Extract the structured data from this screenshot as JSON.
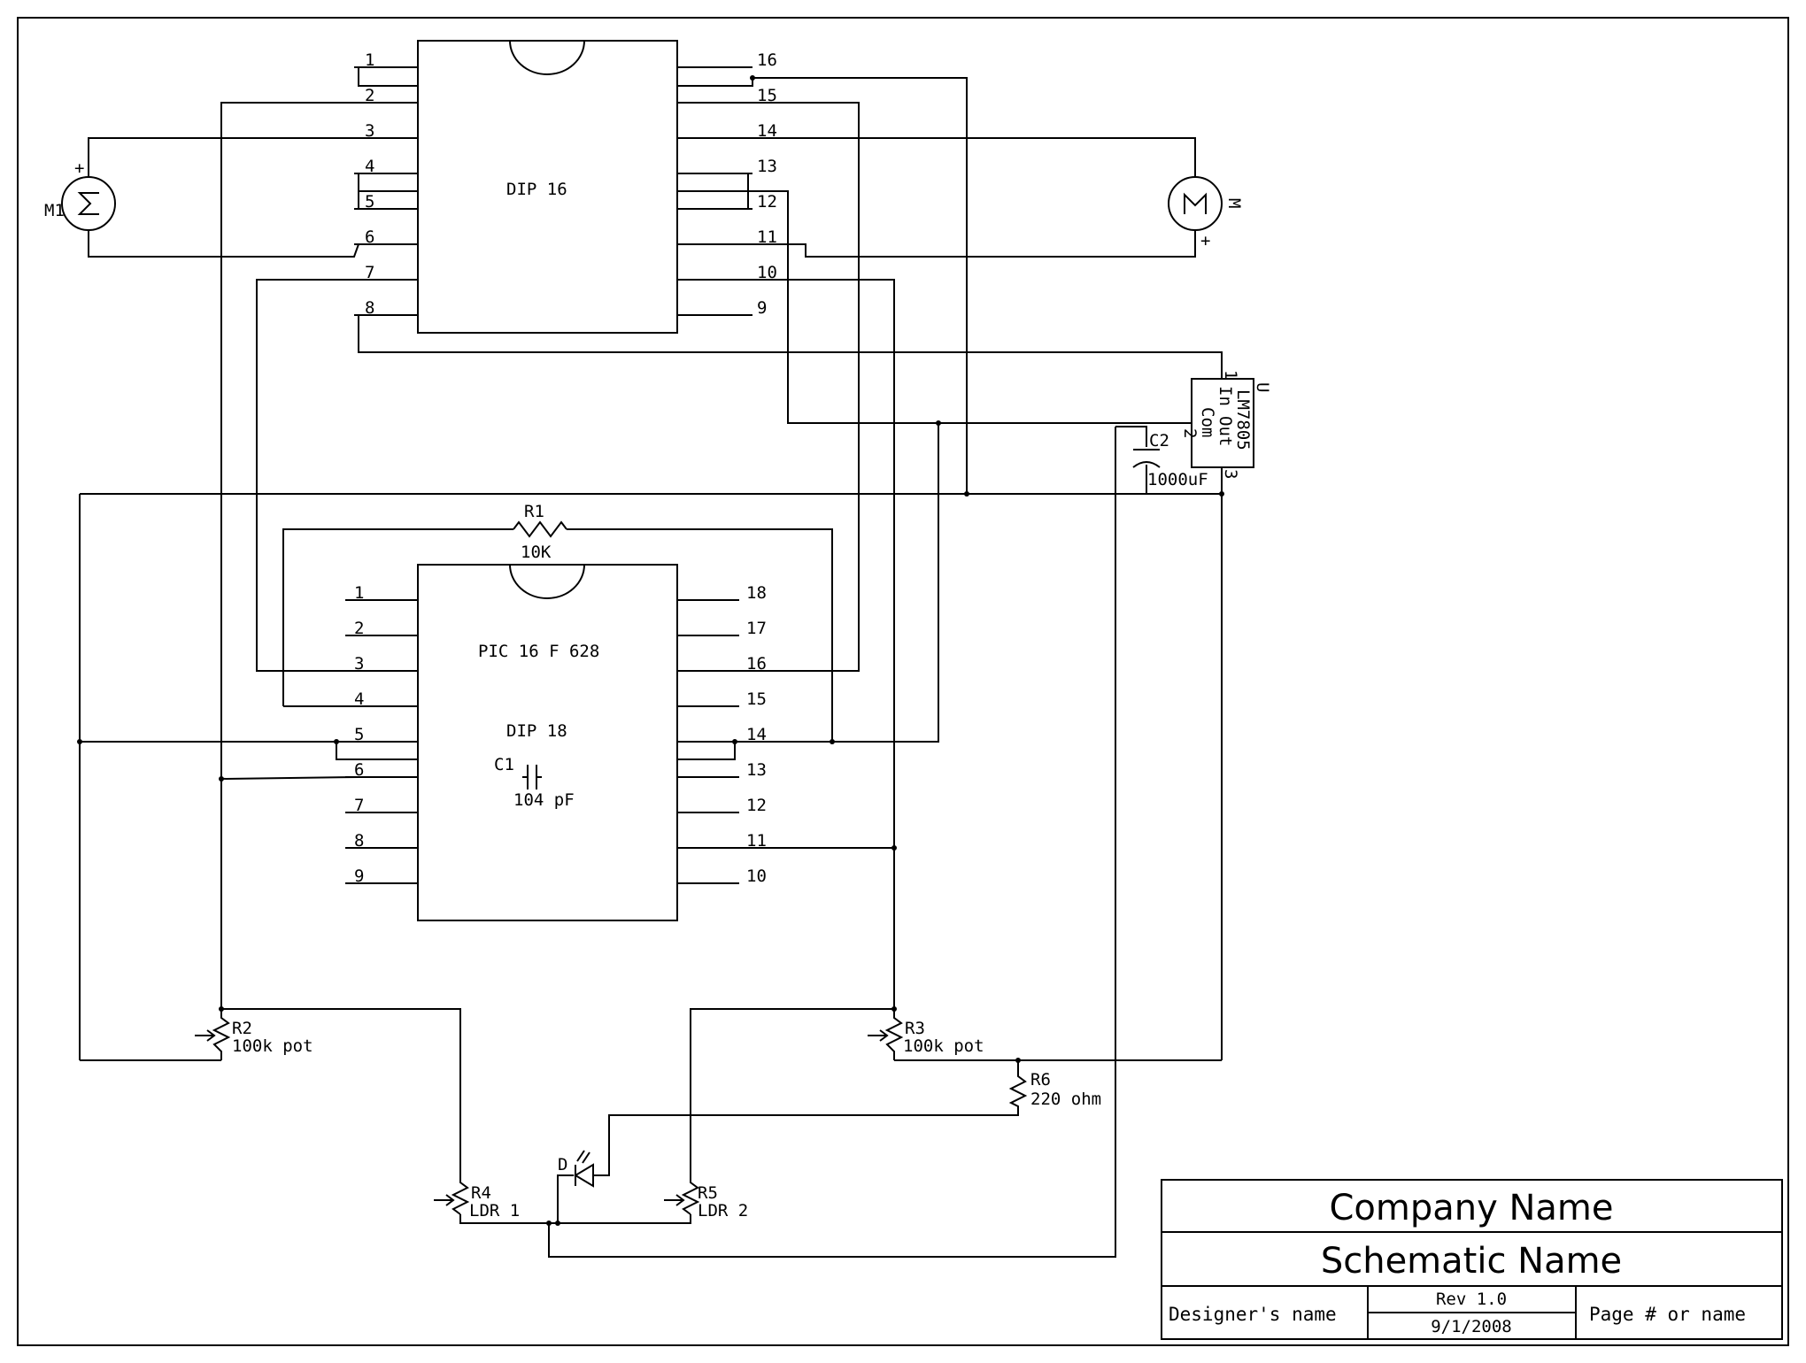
{
  "ic1": {
    "label": "DIP 16",
    "left_pins": [
      "1",
      "2",
      "3",
      "4",
      "5",
      "6",
      "7",
      "8"
    ],
    "right_pins": [
      "16",
      "15",
      "14",
      "13",
      "12",
      "11",
      "10",
      "9"
    ]
  },
  "ic2": {
    "name": "PIC 16 F 628",
    "package": "DIP 18",
    "left_pins": [
      "1",
      "2",
      "3",
      "4",
      "5",
      "6",
      "7",
      "8",
      "9"
    ],
    "right_pins": [
      "18",
      "17",
      "16",
      "15",
      "14",
      "13",
      "12",
      "11",
      "10"
    ]
  },
  "motor1": {
    "ref": "M1",
    "plus": "+"
  },
  "motor2": {
    "ref": "M",
    "plus": "+"
  },
  "regulator": {
    "ref": "U",
    "part": "LM7805",
    "pin_in": "In",
    "pin_com": "Com",
    "pin_out": "Out",
    "pin1": "1",
    "pin2": "2",
    "pin3": "3"
  },
  "c2": {
    "ref": "C2",
    "value": "1000uF"
  },
  "r1": {
    "ref": "R1",
    "value": "10K"
  },
  "c1": {
    "ref": "C1",
    "value": "104 pF"
  },
  "r2": {
    "ref": "R2",
    "value": "100k pot"
  },
  "r3": {
    "ref": "R3",
    "value": "100k pot"
  },
  "r4": {
    "ref": "R4",
    "value": "LDR 1"
  },
  "r5": {
    "ref": "R5",
    "value": "LDR 2"
  },
  "r6": {
    "ref": "R6",
    "value": "220 ohm"
  },
  "led": {
    "ref": "D"
  },
  "title_block": {
    "company": "Company Name",
    "schematic": "Schematic Name",
    "designer": "Designer's name",
    "rev": "Rev 1.0",
    "date": "9/1/2008",
    "page": "Page # or name"
  }
}
